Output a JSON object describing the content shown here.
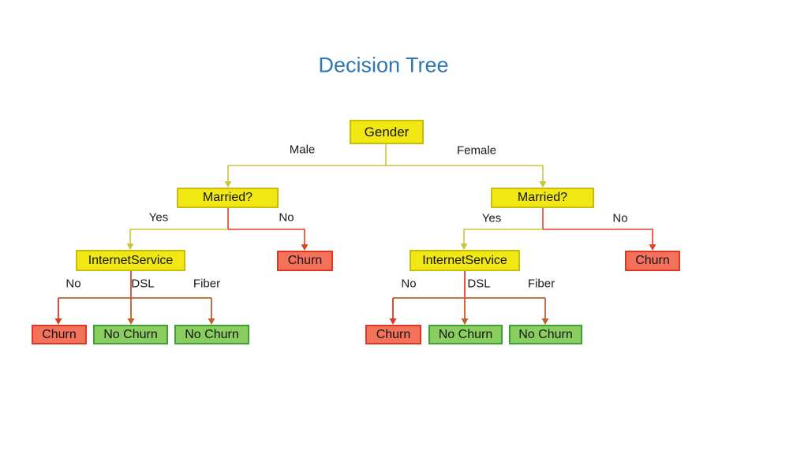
{
  "title": "Decision Tree",
  "diagram": {
    "nodes": {
      "gender": "Gender",
      "married_left": "Married?",
      "married_right": "Married?",
      "internet_left": "InternetService",
      "internet_right": "InternetService",
      "churn_mid_left": "Churn",
      "churn_mid_right": "Churn",
      "leaf_churn_left": "Churn",
      "leaf_no_churn_left_1": "No Churn",
      "leaf_no_churn_left_2": "No Churn",
      "leaf_churn_right": "Churn",
      "leaf_no_churn_right_1": "No Churn",
      "leaf_no_churn_right_2": "No Churn"
    },
    "edge_labels": {
      "male": "Male",
      "female": "Female",
      "yes_left": "Yes",
      "no_left": "No",
      "yes_right": "Yes",
      "no_right": "No",
      "no_left_bottom": "No",
      "dsl_left": "DSL",
      "fiber_left": "Fiber",
      "no_right_bottom": "No",
      "dsl_right": "DSL",
      "fiber_right": "Fiber"
    },
    "colors": {
      "title_text": "#2E76B5",
      "decision_node_fill": "#F0E713",
      "decision_node_border": "#C9BC0E",
      "churn_node_fill": "#F4715C",
      "churn_node_border": "#D93A21",
      "no_churn_node_fill": "#8BCE60",
      "no_churn_node_border": "#3DA135",
      "edge_yellow": "#C6C838",
      "edge_red": "#E04328",
      "edge_orange": "#C2602B",
      "edge_red_orange": "#CF4B28"
    }
  }
}
